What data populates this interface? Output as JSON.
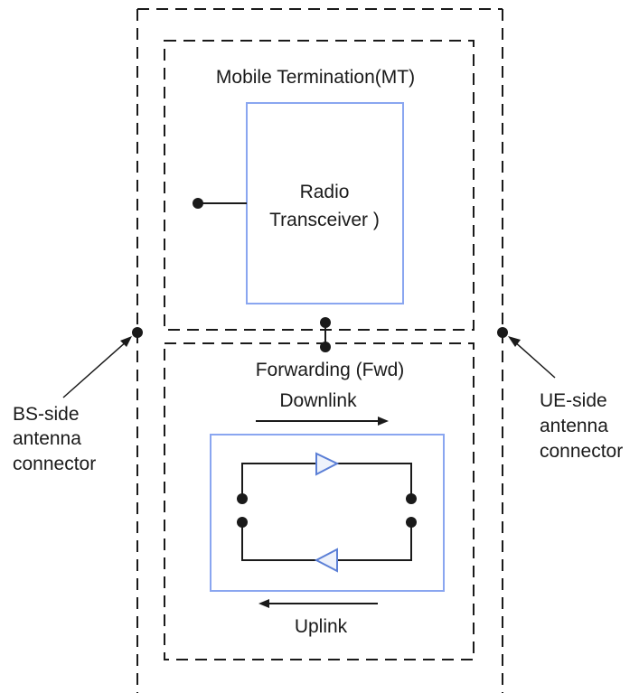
{
  "mt": {
    "title": "Mobile Termination(MT)",
    "transceiver_line1": "Radio",
    "transceiver_line2": "Transceiver )"
  },
  "fwd": {
    "title": "Forwarding (Fwd)",
    "downlink": "Downlink",
    "uplink": "Uplink"
  },
  "bs_connector": {
    "line1": "BS-side",
    "line2": "antenna",
    "line3": "connector"
  },
  "ue_connector": {
    "line1": "UE-side",
    "line2": "antenna",
    "line3": "connector"
  },
  "colors": {
    "line": "#1a1a1a",
    "inner_box": "#8aa6f0",
    "amplifier_fill": "#eef2fb",
    "amplifier_stroke": "#5b7fd6"
  }
}
